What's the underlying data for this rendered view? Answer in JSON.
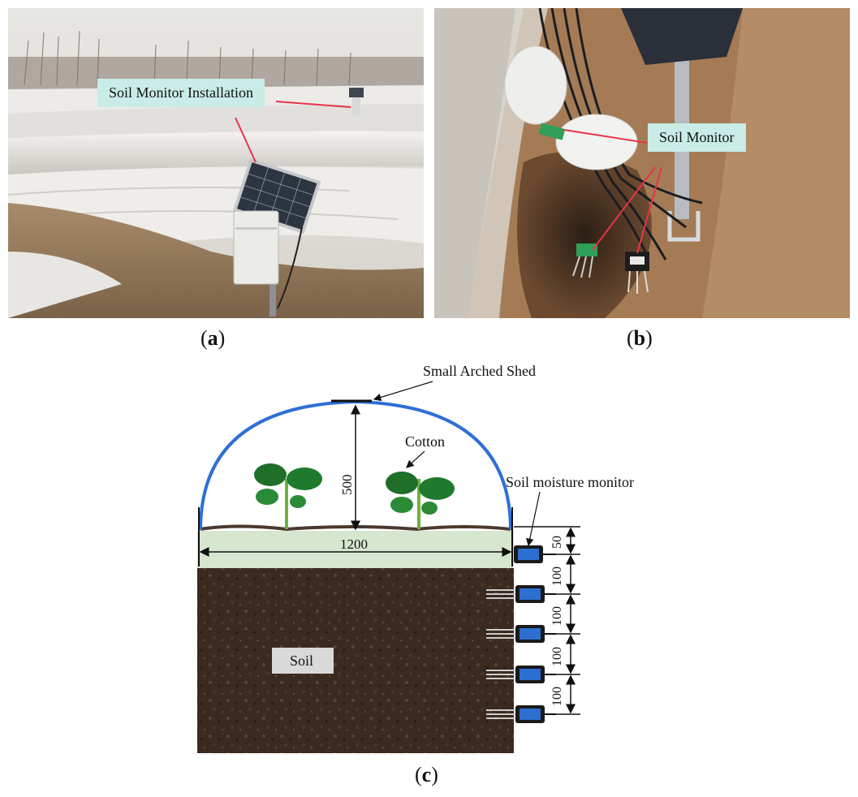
{
  "panel_a": {
    "callout_label": "Soil Monitor Installation",
    "caption_letter": "a"
  },
  "panel_b": {
    "callout_label": "Soil Monitor",
    "caption_letter": "b"
  },
  "panel_c": {
    "caption_letter": "c",
    "shed_label": "Small Arched Shed",
    "cotton_label": "Cotton",
    "monitor_label": "Soil moisture monitor",
    "soil_label": "Soil",
    "height_dimension": "500",
    "width_dimension": "1200",
    "depth_dimensions": [
      "50",
      "100",
      "100",
      "100",
      "100"
    ]
  },
  "colors": {
    "callout_fill": "#c9ece7",
    "callout_line": "#e8344a",
    "shed_arc": "#2f6fd6",
    "soil_dark": "#3a2a20",
    "mulch_layer": "#d7e6cf",
    "sensor_blue": "#2d6fd0"
  }
}
